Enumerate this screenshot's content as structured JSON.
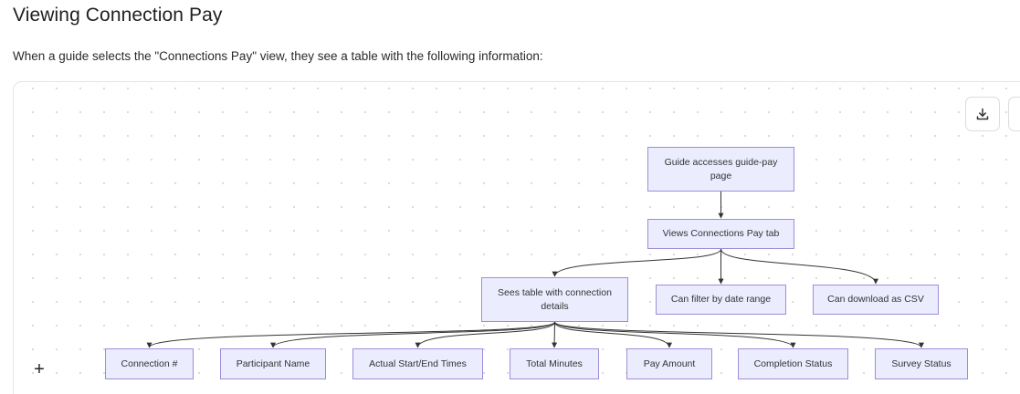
{
  "heading": {
    "title": "Viewing Connection Pay",
    "intro": "When a guide selects the \"Connections Pay\" view, they see a table with the following information:"
  },
  "toolbar": {
    "download_icon": "download-icon",
    "zoom_in_label": "+",
    "zoom_out_label": "−"
  },
  "diagram": {
    "nodes": {
      "start": "Guide accesses guide-pay page",
      "tab": "Views Connections Pay tab",
      "table": "Sees table with connection details",
      "filter": "Can filter by date range",
      "download": "Can download as CSV",
      "connection_number": "Connection #",
      "participant_name": "Participant Name",
      "times": "Actual Start/End Times",
      "total_minutes": "Total Minutes",
      "pay_amount": "Pay Amount",
      "completion_status": "Completion Status",
      "survey_status": "Survey Status"
    },
    "edges": [
      [
        "start",
        "tab"
      ],
      [
        "tab",
        "table"
      ],
      [
        "tab",
        "filter"
      ],
      [
        "tab",
        "download"
      ],
      [
        "table",
        "connection_number"
      ],
      [
        "table",
        "participant_name"
      ],
      [
        "table",
        "times"
      ],
      [
        "table",
        "total_minutes"
      ],
      [
        "table",
        "pay_amount"
      ],
      [
        "table",
        "completion_status"
      ],
      [
        "table",
        "survey_status"
      ]
    ],
    "colors": {
      "node_fill": "#ececff",
      "node_border": "#9d8ed6",
      "edge": "#333333"
    }
  }
}
